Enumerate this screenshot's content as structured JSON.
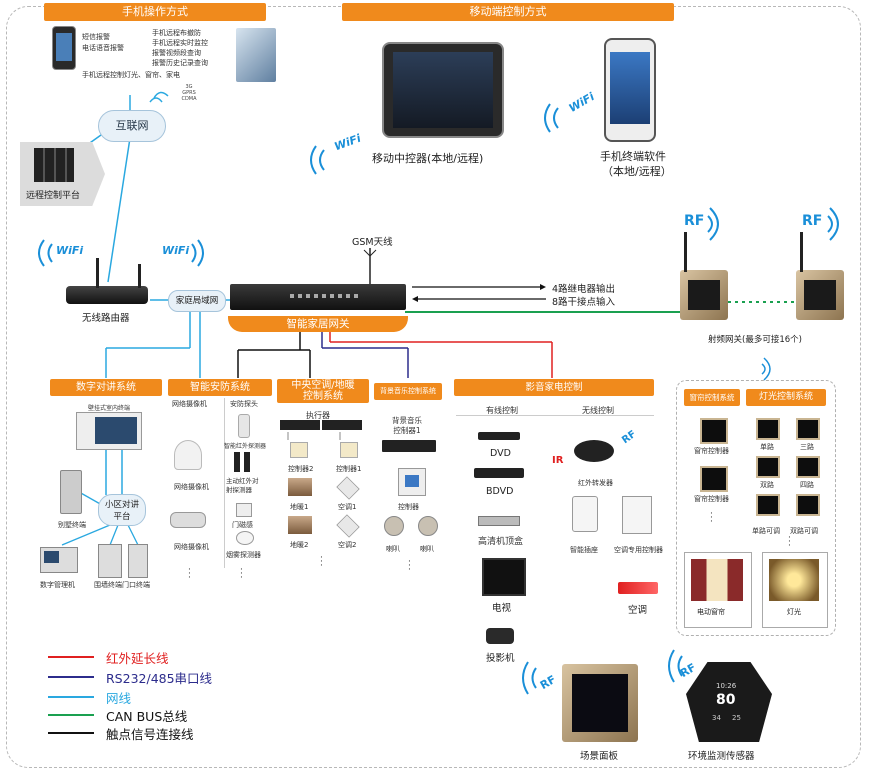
{
  "titles": {
    "phone_ops": "手机操作方式",
    "mobile_ctrl": "移动端控制方式"
  },
  "phone_ops": {
    "col1": [
      "短信报警",
      "电话语音报警"
    ],
    "col2": [
      "手机远程布撤防",
      "手机远程实时监控",
      "报警视频段查询",
      "报警历史记录查询"
    ],
    "bottom": "手机远程控制灯光、窗帘、家电",
    "net_badge": [
      "3G",
      "GPRS",
      "CDMA"
    ]
  },
  "internet": "互联网",
  "remote_platform": "远程控制平台",
  "mobile_controller": "移动中控器(本地/远程)",
  "phone_software": [
    "手机终端软件",
    "（本地/远程）"
  ],
  "wifi_label": "WiFi",
  "rf_label": "RF",
  "ir_label": "IR",
  "router": "无线路由器",
  "lan": "家庭局域网",
  "gsm": "GSM天线",
  "gateway": "智能家居网关",
  "relay_out": "4路继电器输出",
  "dry_in": "8路干接点输入",
  "rf_gateway": "射频网关(最多可接16个)",
  "sections": {
    "intercom": "数字对讲系统",
    "security": "智能安防系统",
    "hvac": [
      "中央空调/地暖",
      "控制系统"
    ],
    "music": "背景音乐控制系统",
    "av": "影音家电控制",
    "curtain": "窗帘控制系统",
    "light": "灯光控制系统"
  },
  "intercom": {
    "wall_terminal": "壁挂式室内终端",
    "community": [
      "小区对讲",
      "平台"
    ],
    "villa": "别墅终端",
    "digital_mgr": "数字管理机",
    "wall_unit": "围墙终端",
    "door_unit": "门口终端"
  },
  "security": {
    "cam_head": "网络摄像机",
    "probe_head": "安防探头",
    "ir_detector": "智能红外探测器",
    "cam1": "网络摄像机",
    "beam": [
      "主动红外对",
      "射探测器"
    ],
    "cam2": "网络摄像机",
    "door_mag": "门磁感",
    "smoke": "烟雾探测器"
  },
  "hvac": {
    "executor": "执行器",
    "ctrl2": "控制器2",
    "ctrl1": "控制器1",
    "floor1": "地暖1",
    "ac1": "空调1",
    "floor2": "地暖2",
    "ac2": "空调2"
  },
  "music": {
    "ctrl1": [
      "背景音乐",
      "控制器1"
    ],
    "controller": "控制器",
    "speaker_a": "喇叭",
    "speaker_b": "喇叭"
  },
  "av": {
    "wired": "有线控制",
    "wireless": "无线控制",
    "dvd": "DVD",
    "bdvd": "BDVD",
    "stb": "高清机顶盒",
    "tv": "电视",
    "projector": "投影机",
    "ir_transmitter": "红外转发器",
    "smart_socket": "智能插座",
    "ac_ctrl": "空调专用控制器",
    "ac": "空调"
  },
  "curtain": {
    "ctrl_a": "窗帘控制器",
    "ctrl_b": "窗帘控制器",
    "motor_curtain": "电动窗帘"
  },
  "light": {
    "single": "单路",
    "triple": "三路",
    "double": "双路",
    "quad": "四路",
    "single_dim": "单路可调",
    "double_dim": "双路可调",
    "lamp": "灯光"
  },
  "scene_panel": "场景面板",
  "env_sensor": "环境监测传感器",
  "sensor_readout": [
    "10:26",
    "80",
    "34",
    "25"
  ],
  "legend": [
    {
      "label": "红外延长线",
      "color": "#e02020"
    },
    {
      "label": "RS232/485串口线",
      "color": "#2c2c8c"
    },
    {
      "label": "网线",
      "color": "#2aa8e0"
    },
    {
      "label": "CAN BUS总线",
      "color": "#1aa050"
    },
    {
      "label": "触点信号连接线",
      "color": "#111111"
    }
  ],
  "colors": {
    "accent": "#f08a1c",
    "wifi": "#1a8fd8"
  }
}
